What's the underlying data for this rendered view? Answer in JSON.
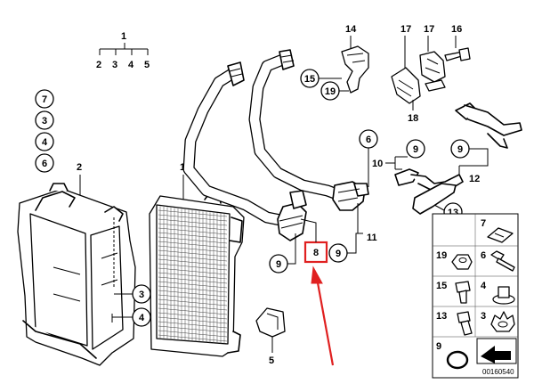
{
  "diagram": {
    "doc_number": "00160540",
    "highlight_color": "#e02020",
    "arrow_color": "#e02020",
    "labels": {
      "group_top": "1",
      "group_top_children": [
        "2",
        "3",
        "4",
        "5"
      ],
      "left_stack": [
        "7",
        "3",
        "4",
        "6"
      ],
      "shroud": "2",
      "radiator": "1",
      "bottom_left_circles": [
        "3",
        "4"
      ],
      "bracket_bottom": "5",
      "hose_upper_lines": "9",
      "highlighted": "8",
      "hose_lower_lines": "9",
      "line_label": "11",
      "top_14": "14",
      "circ_15": "15",
      "circ_19": "19",
      "top_17a": "17",
      "top_17b": "17",
      "top_16": "16",
      "bottom_18": "18",
      "circ_6": "6",
      "line_10": "10",
      "circ_9a": "9",
      "circ_9b": "9",
      "line_12": "12",
      "circ_13": "13"
    },
    "legend": [
      {
        "label": "7",
        "icon": "clip-nut-icon"
      },
      {
        "label": "19",
        "icon": "hex-nut-icon"
      },
      {
        "label": "6",
        "icon": "hex-bolt-icon"
      },
      {
        "label": "15",
        "icon": "collar-bolt-icon"
      },
      {
        "label": "4",
        "icon": "rubber-mount-icon"
      },
      {
        "label": "13",
        "icon": "socket-screw-icon"
      },
      {
        "label": "3",
        "icon": "serrated-nut-icon"
      },
      {
        "label": "9",
        "icon": "o-ring-icon"
      },
      {
        "label": "",
        "icon": "arrow-symbol-icon"
      }
    ]
  }
}
